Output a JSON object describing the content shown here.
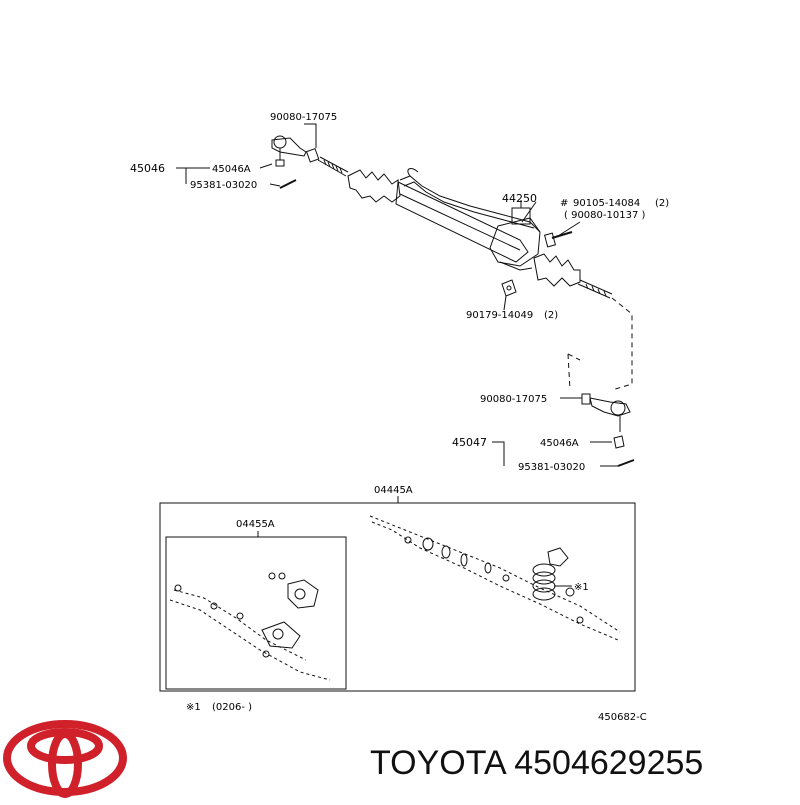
{
  "diagram": {
    "labels": {
      "p_90080_17075_top": "90080-17075",
      "p_45046": "45046",
      "p_45046A_top": "45046A",
      "p_95381_03020_top": "95381-03020",
      "p_44250": "44250",
      "p_90105": "90105-14084",
      "p_90105_qty": "(2)",
      "p_90080_10137": "( 90080-10137 )",
      "p_90179": "90179-14049",
      "p_90179_qty": "(2)",
      "p_90080_17075_bot": "90080-17075",
      "p_45047": "45047",
      "p_45046A_bot": "45046A",
      "p_95381_03020_bot": "95381-03020",
      "p_04445A": "04445A",
      "p_04455A": "04455A",
      "p_note_mark": "※1",
      "p_footnote_mark": "※1",
      "p_footnote_text": "(0206-      )",
      "p_diagram_code": "450682-C",
      "p_hash": "#"
    }
  },
  "footer": {
    "caption": "TOYOTA 4504629255",
    "brand_color": "#d0202a"
  }
}
